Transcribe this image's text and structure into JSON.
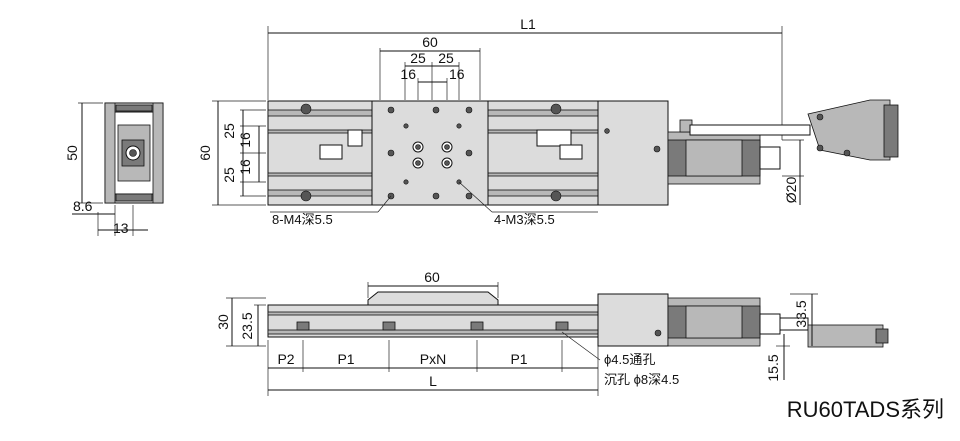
{
  "drawing": {
    "series_title": "RU60TADS系列",
    "top_view": {
      "overall_length": "L1",
      "carriage_width": "60",
      "hole_pitch_outer_left": "25",
      "hole_pitch_outer_right": "25",
      "hole_pitch_inner_left": "16",
      "hole_pitch_inner_right": "16",
      "height_60": "60",
      "v25_top": "25",
      "v16_a": "16",
      "v16_b": "16",
      "v25_bottom": "25",
      "callout_m4": "8-M4深5.5",
      "callout_m3": "4-M3深5.5",
      "motor_dia": "Ø20"
    },
    "end_view": {
      "height": "50",
      "offset": "8.6",
      "width": "13"
    },
    "side_view": {
      "carriage_width": "60",
      "height_30": "30",
      "height_23_5": "23.5",
      "height_33_5": "33.5",
      "height_15_5": "15.5",
      "p2": "P2",
      "p1_left": "P1",
      "pxn": "PxN",
      "p1_right": "P1",
      "length": "L",
      "through_hole": "ϕ4.5通孔",
      "counterbore": "沉孔 ϕ8深4.5"
    }
  }
}
